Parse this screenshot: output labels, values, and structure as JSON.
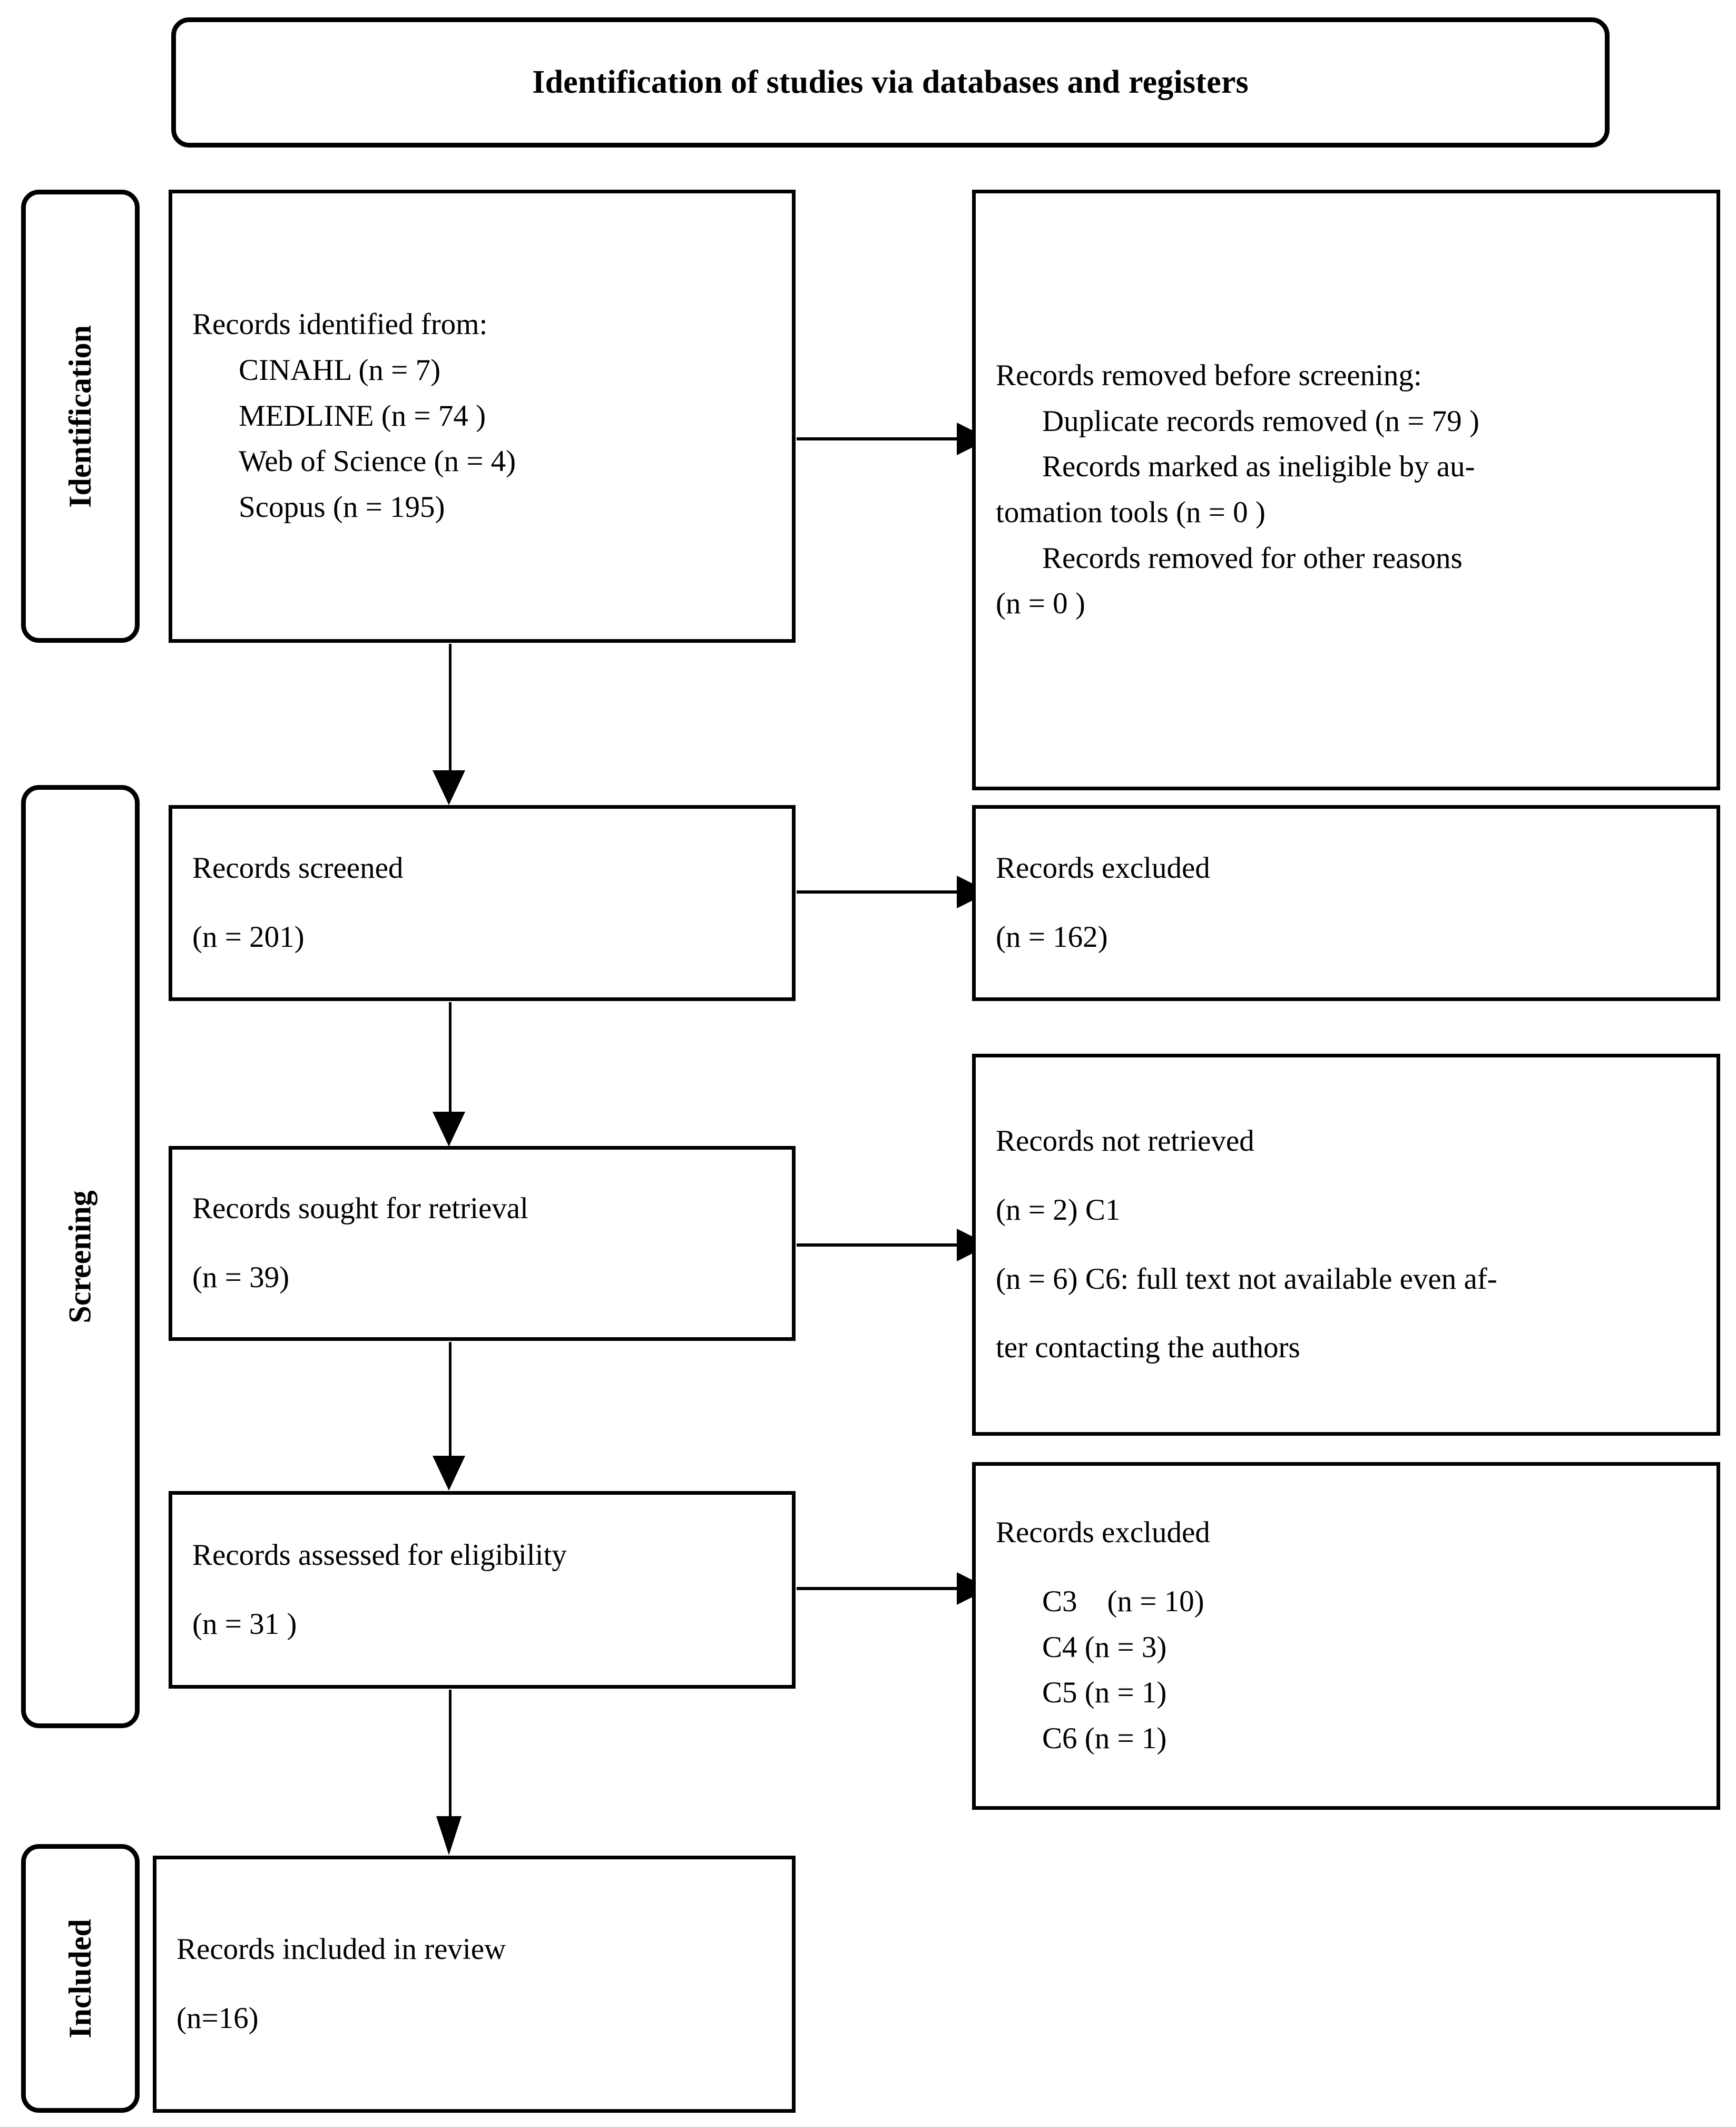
{
  "diagram": {
    "title": "Identification of studies via databases and registers",
    "stages": [
      {
        "id": "identification",
        "label": "Identification"
      },
      {
        "id": "screening",
        "label": "Screening"
      },
      {
        "id": "included",
        "label": "Included"
      }
    ],
    "boxes": {
      "identified": {
        "heading": "Records identified from:",
        "items": [
          "CINAHL (n = 7)",
          "MEDLINE (n = 74 )",
          "Web of Science (n = 4)",
          "Scopus (n = 195)"
        ]
      },
      "removed_before_screening": {
        "heading": "Records removed before screening:",
        "items": [
          "Duplicate records removed (n = 79 )",
          "Records marked as ineligible by au-",
          "tomation tools (n = 0 )",
          "Records removed for other reasons",
          "(n = 0 )"
        ]
      },
      "screened": {
        "heading": "Records screened",
        "count": "(n = 201)"
      },
      "excluded_screening": {
        "heading": "Records excluded",
        "count": "(n = 162)"
      },
      "sought": {
        "heading": "Records sought for retrieval",
        "count": "(n = 39)"
      },
      "not_retrieved": {
        "heading": "Records not retrieved",
        "line2": "(n = 2) C1",
        "line3": "(n = 6) C6: full text not available even af-",
        "line4": "ter contacting the authors"
      },
      "assessed": {
        "heading": "Records assessed for eligibility",
        "count": "(n = 31 )"
      },
      "excluded_eligibility": {
        "heading": "Records excluded",
        "reasons": [
          "C3    (n = 10)",
          "C4 (n = 3)",
          "C5 (n = 1)",
          "C6 (n = 1)"
        ]
      },
      "included": {
        "heading": "Records included in review",
        "count": "(n=16)"
      }
    }
  },
  "chart_data": {
    "type": "diagram",
    "title": "Identification of studies via databases and registers",
    "nodes": [
      {
        "stage": "Identification",
        "label": "Records identified from",
        "values": {
          "CINAHL": 7,
          "MEDLINE": 74,
          "Web of Science": 4,
          "Scopus": 195
        }
      },
      {
        "stage": "Identification",
        "label": "Records removed before screening",
        "values": {
          "Duplicate records removed": 79,
          "Records marked as ineligible by automation tools": 0,
          "Records removed for other reasons": 0
        }
      },
      {
        "stage": "Screening",
        "label": "Records screened",
        "value": 201
      },
      {
        "stage": "Screening",
        "label": "Records excluded",
        "value": 162
      },
      {
        "stage": "Screening",
        "label": "Records sought for retrieval",
        "value": 39
      },
      {
        "stage": "Screening",
        "label": "Records not retrieved",
        "values": {
          "C1": 2,
          "C6: full text not available even after contacting the authors": 6
        }
      },
      {
        "stage": "Screening",
        "label": "Records assessed for eligibility",
        "value": 31
      },
      {
        "stage": "Screening",
        "label": "Records excluded",
        "values": {
          "C3": 10,
          "C4": 3,
          "C5": 1,
          "C6": 1
        }
      },
      {
        "stage": "Included",
        "label": "Records included in review",
        "value": 16
      }
    ]
  }
}
